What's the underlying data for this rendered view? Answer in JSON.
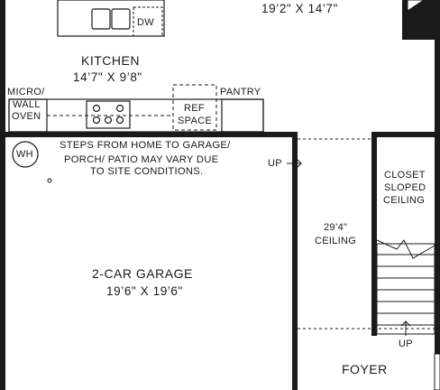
{
  "labels": {
    "top_dim": "19’2\" X 14’7\"",
    "dw": "DW",
    "kitchen": "KITCHEN",
    "kitchen_dim": "14’7\" X 9’8\"",
    "micro": "MICRO/",
    "wall": "WALL",
    "oven": "OVEN",
    "ref_line1": "REF",
    "ref_line2": "SPACE",
    "pantry": "PANTRY",
    "wh": "WH",
    "note_line1": "STEPS FROM HOME TO GARAGE/",
    "note_line2": "PORCH/ PATIO MAY VARY DUE",
    "note_line3": "TO SITE CONDITIONS.",
    "up_left": "UP",
    "closet_line1": "CLOSET",
    "closet_line2": "SLOPED",
    "closet_line3": "CEILING",
    "ceiling_line1": "29’4\"",
    "ceiling_line2": "CEILING",
    "garage": "2-CAR GARAGE",
    "garage_dim": "19’6\" X 19’6\"",
    "up_bottom": "UP",
    "foyer": "FOYER"
  }
}
